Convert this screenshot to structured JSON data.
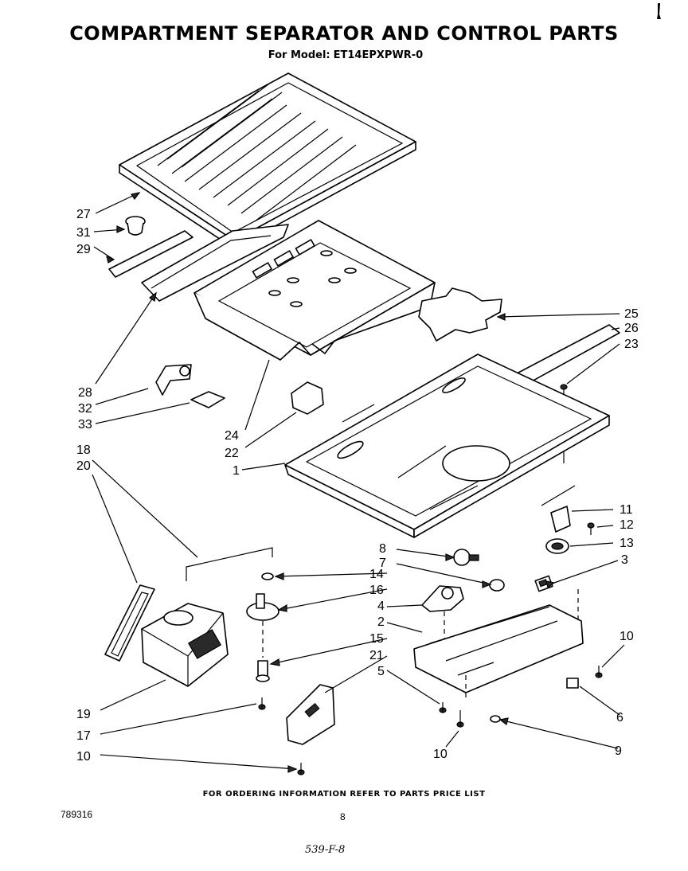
{
  "header": {
    "title": "COMPARTMENT SEPARATOR AND CONTROL PARTS",
    "model_prefix": "For Model:",
    "model": "ET14EPXPWR-0"
  },
  "callouts": {
    "c27": "27",
    "c31": "31",
    "c29": "29",
    "c28": "28",
    "c32": "32",
    "c33": "33",
    "c24": "24",
    "c22": "22",
    "c1": "1",
    "c25": "25",
    "c26": "26",
    "c23": "23",
    "c18": "18",
    "c20": "20",
    "c11": "11",
    "c12": "12",
    "c13": "13",
    "c3": "3",
    "c8": "8",
    "c7": "7",
    "c14": "14",
    "c16": "16",
    "c4": "4",
    "c2": "2",
    "c15": "15",
    "c21": "21",
    "c5": "5",
    "c10a": "10",
    "c10b": "10",
    "c10c": "10",
    "c6": "6",
    "c9": "9",
    "c19": "19",
    "c17": "17"
  },
  "footer": {
    "ordering_note": "FOR ORDERING INFORMATION REFER TO PARTS PRICE LIST",
    "doc_number": "789316",
    "page": "8",
    "handwritten": "539-F-8"
  }
}
